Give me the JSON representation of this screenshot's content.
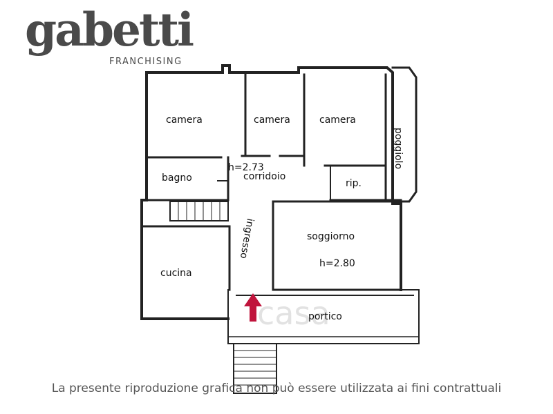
{
  "logo": {
    "word": "gabetti",
    "subtitle": "FRANCHISING"
  },
  "watermark": "casa",
  "rooms": {
    "camera_1": "camera",
    "camera_2": "camera",
    "camera_3": "camera",
    "poggiolo": "poggiolo",
    "bagno": "bagno",
    "height_1": "h=2.73",
    "corridoio": "corridoio",
    "rip": "rip.",
    "ingresso": "ingresso",
    "soggiorno": "soggiorno",
    "height_2": "h=2.80",
    "cucina": "cucina",
    "portico": "portico"
  },
  "disclaimer": "La presente riproduzione grafica non può essere utilizzata ai fini contrattuali",
  "colors": {
    "wall": "#222222",
    "logo": "#4a4a4a",
    "entrance_arrow": "#c0143c",
    "watermark": "#d9d9d9"
  }
}
